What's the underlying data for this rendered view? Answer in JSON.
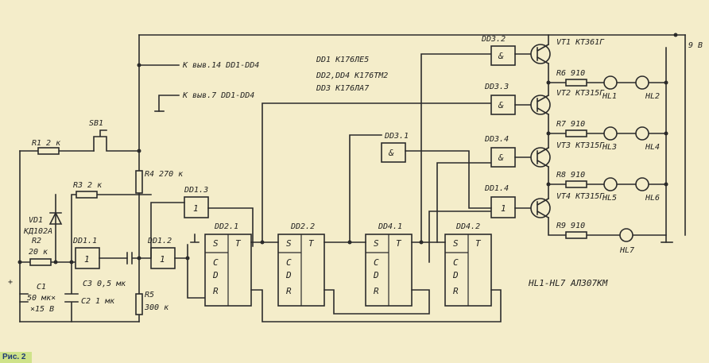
{
  "figure_label": "Рис. 2",
  "supply": {
    "label": "9 В",
    "plus": "+"
  },
  "notes": {
    "power14": "К выв.14 DD1-DD4",
    "power7": "К выв.7 DD1-DD4",
    "dd1": "DD1 К176ЛЕ5",
    "dd2dd4": "DD2,DD4 К176ТМ2",
    "dd3": "DD3 К176ЛА7",
    "leds": "HL1-HL7 АЛ307КМ"
  },
  "parts": {
    "SB1": "SB1",
    "R1": "R1  2 к",
    "R2": "R2",
    "R2v": "20 к",
    "R3": "R3  2 к",
    "R4": "R4  270 к",
    "R5": "R5",
    "R5v": "300 к",
    "VD1": "VD1",
    "VD1t": "КД102А",
    "C1": "C1",
    "C1v": "50 мк×",
    "C1v2": "×15 В",
    "C2": "C2  1 мк",
    "C3": "C3  0,5 мк",
    "R6": "R6  910",
    "R7": "R7  910",
    "R8": "R8  910",
    "R9": "R9  910",
    "VT1": "VT1  КТ361Г",
    "VT2": "VT2  КТ315Г",
    "VT3": "VT3  КТ315Г",
    "VT4": "VT4  КТ315Г",
    "HL1": "HL1",
    "HL2": "HL2",
    "HL3": "HL3",
    "HL4": "HL4",
    "HL5": "HL5",
    "HL6": "HL6",
    "HL7": "HL7"
  },
  "chips": {
    "DD11": "DD1.1",
    "DD12": "DD1.2",
    "DD13": "DD1.3",
    "DD14": "DD1.4",
    "DD21": "DD2.1",
    "DD22": "DD2.2",
    "DD41": "DD4.1",
    "DD42": "DD4.2",
    "DD31": "DD3.1",
    "DD32": "DD3.2",
    "DD33": "DD3.3",
    "DD34": "DD3.4"
  },
  "pins": {
    "S": "S",
    "T": "T",
    "C": "C",
    "D": "D",
    "R": "R",
    "amp": "&",
    "one": "1"
  }
}
